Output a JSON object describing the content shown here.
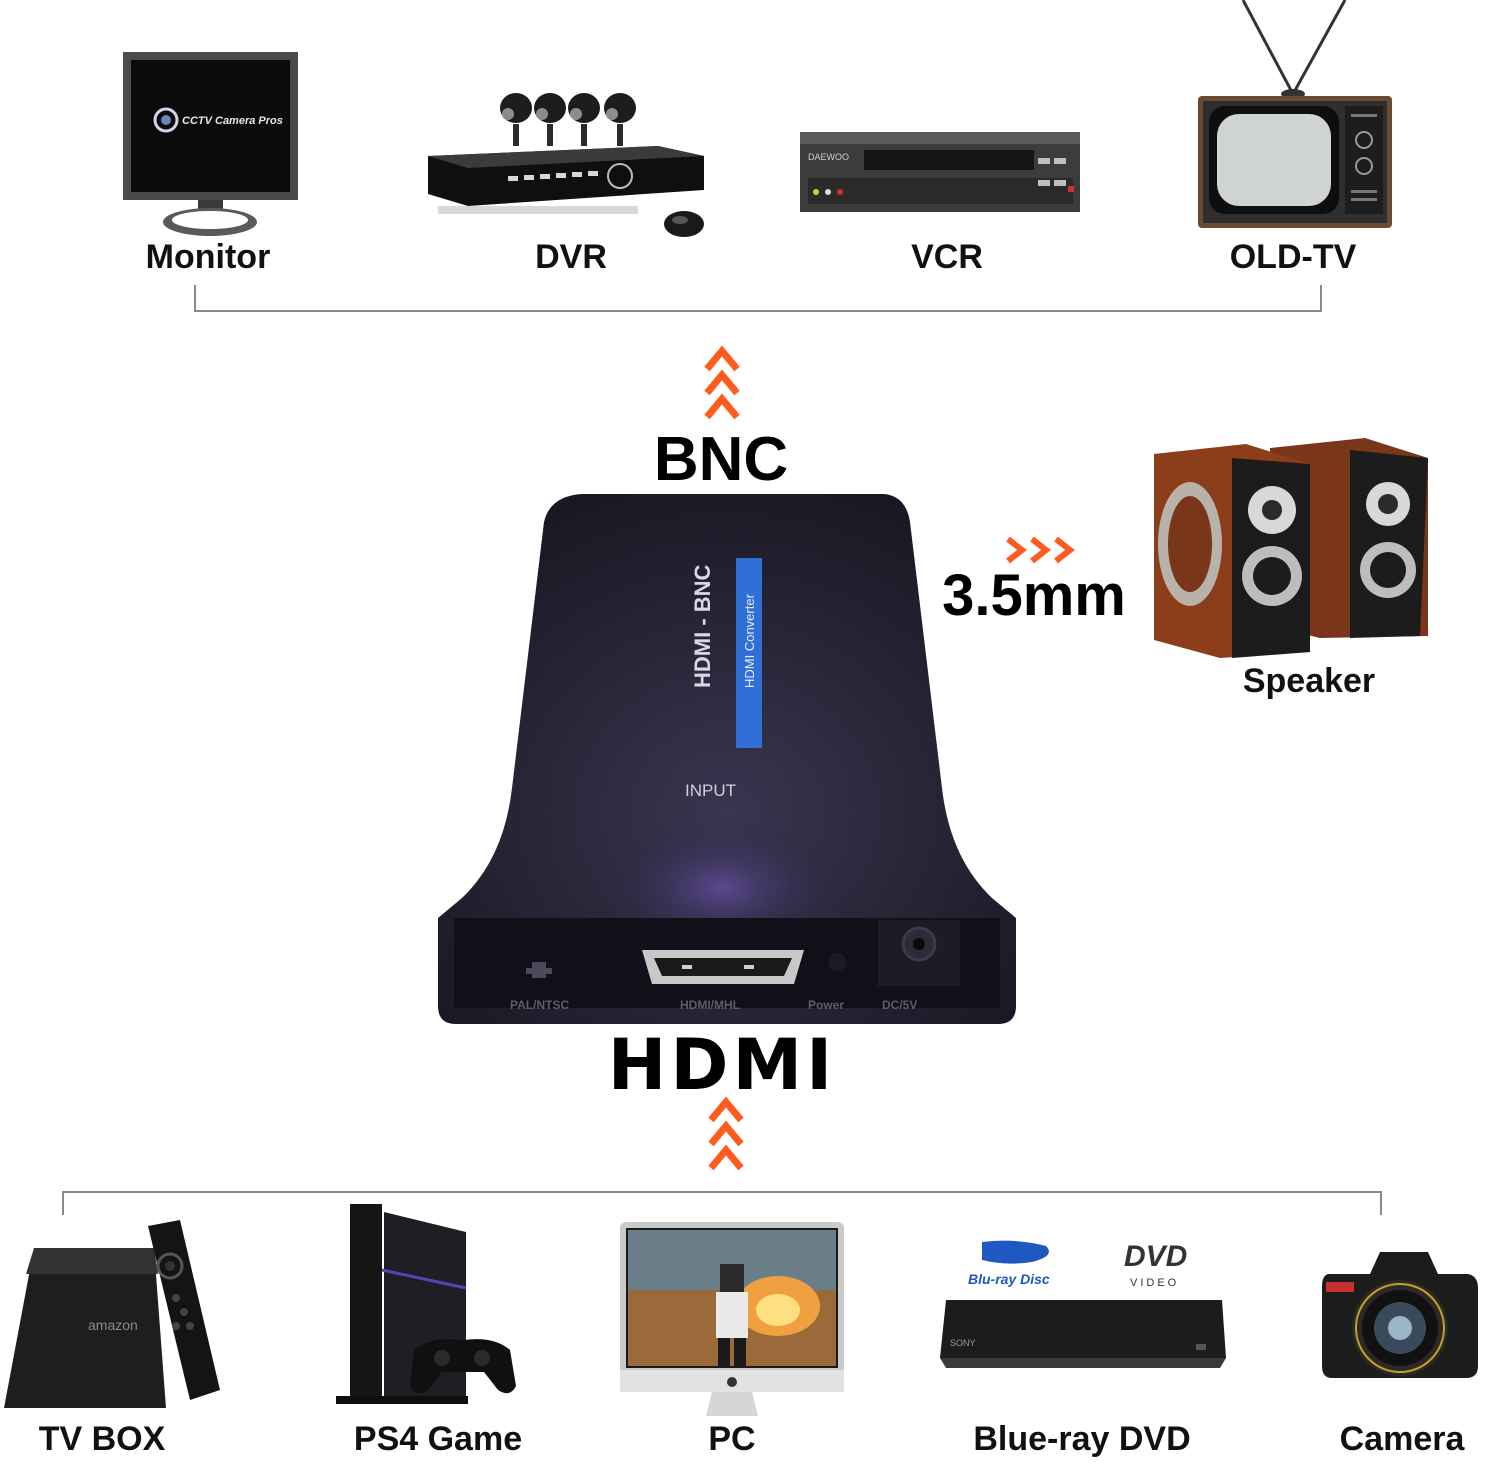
{
  "top_devices": [
    {
      "id": "monitor",
      "label": "Monitor",
      "screen_text": "CCTV Camera Pros"
    },
    {
      "id": "dvr",
      "label": "DVR"
    },
    {
      "id": "vcr",
      "label": "VCR",
      "brand_text": "DAEWOO"
    },
    {
      "id": "old-tv",
      "label": "OLD-TV"
    }
  ],
  "bottom_devices": [
    {
      "id": "tv-box",
      "label": "TV BOX",
      "brand_text": "amazon"
    },
    {
      "id": "ps4",
      "label": "PS4 Game"
    },
    {
      "id": "pc",
      "label": "PC"
    },
    {
      "id": "bluray",
      "label": "Blue-ray DVD",
      "logo_bluray": "Blu-ray Disc",
      "logo_dvd": "DVD",
      "logo_dvd_sub": "VIDEO",
      "player_brand": "SONY"
    },
    {
      "id": "camera",
      "label": "Camera"
    }
  ],
  "outputs": {
    "bnc_label": "BNC",
    "audio_label": "3.5mm",
    "speaker_label": "Speaker"
  },
  "input": {
    "hdmi_label": "HDMI"
  },
  "converter": {
    "title": "HDMI - BNC",
    "subtitle": "HDMI Converter",
    "input_text": "INPUT",
    "port_labels": [
      "PAL/NTSC",
      "HDMI/MHL",
      "Power",
      "DC/5V"
    ]
  },
  "colors": {
    "arrow": "#ff5a1f",
    "bracket": "#8a8a8a",
    "converter_body": "#2a2838",
    "label_stripe": "#2f6fd6"
  }
}
